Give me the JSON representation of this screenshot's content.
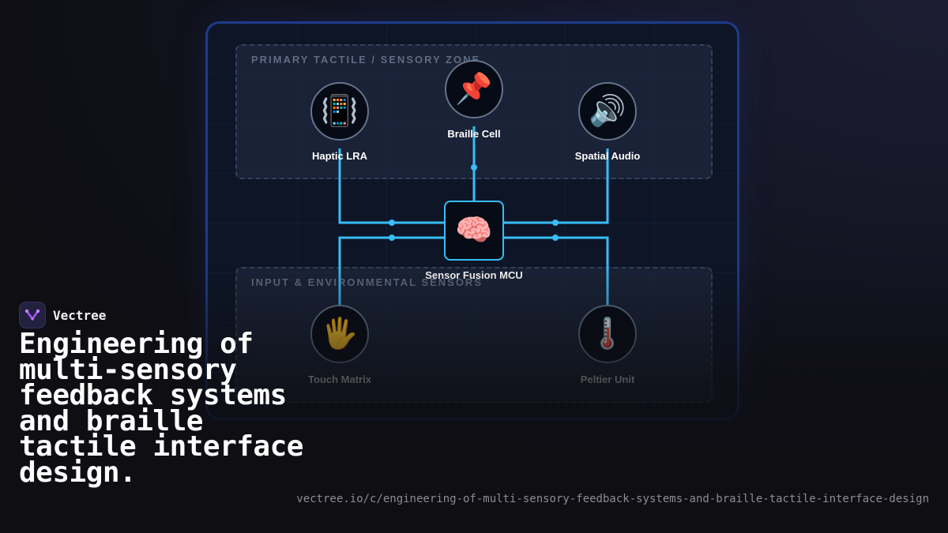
{
  "diagram": {
    "zone_top_title": "PRIMARY TACTILE / SENSORY ZONE",
    "zone_bottom_title": "INPUT & ENVIRONMENTAL SENSORS",
    "nodes": {
      "haptic": {
        "label": "Haptic LRA",
        "icon": "📳",
        "icon_name": "vibration-icon"
      },
      "braille": {
        "label": "Braille Cell",
        "icon": "📌",
        "icon_name": "pushpin-icon"
      },
      "audio": {
        "label": "Spatial Audio",
        "icon": "🔊",
        "icon_name": "speaker-icon"
      },
      "hub": {
        "label": "Sensor Fusion MCU",
        "icon": "🧠",
        "icon_name": "brain-icon"
      },
      "touch": {
        "label": "Touch Matrix",
        "icon": "🖐️",
        "icon_name": "hand-icon"
      },
      "peltier": {
        "label": "Peltier Unit",
        "icon": "🌡️",
        "icon_name": "thermometer-icon"
      }
    },
    "colors": {
      "wire": "#38bdf8",
      "panel_border": "#1e3a8a",
      "accent": "#a855f7"
    }
  },
  "brand": {
    "name": "Vectree"
  },
  "headline": "Engineering of multi-sensory feedback systems and braille tactile interface design.",
  "url": "vectree.io/c/engineering-of-multi-sensory-feedback-systems-and-braille-tactile-interface-design"
}
